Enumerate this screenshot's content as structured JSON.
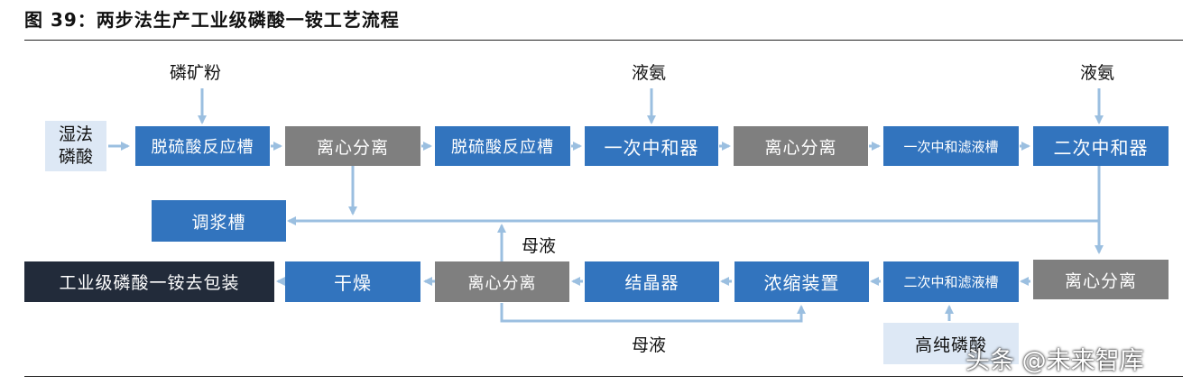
{
  "title": "图 39：两步法生产工业级磷酸一铵工艺流程",
  "inputs": {
    "phosphate_rock": "磷矿粉",
    "ammonia_1": "液氨",
    "ammonia_2": "液氨",
    "wet_acid": "湿法\n磷酸",
    "high_purity_acid": "高纯磷酸"
  },
  "nodes": {
    "desulf_1": "脱硫酸反应槽",
    "centrifuge_1": "离心分离",
    "desulf_2": "脱硫酸反应槽",
    "neutralizer_1": "一次中和器",
    "centrifuge_2": "离心分离",
    "filter_1": "一次中和滤液槽",
    "neutralizer_2": "二次中和器",
    "slurry_tank": "调浆槽",
    "product": "工业级磷酸一铵去包装",
    "dryer": "干燥",
    "centrifuge_3": "离心分离",
    "crystallizer": "结晶器",
    "concentrator": "浓缩装置",
    "filter_2": "二次中和滤液槽",
    "centrifuge_4": "离心分离"
  },
  "edge_labels": {
    "mother_liquor_1": "母液",
    "mother_liquor_2": "母液"
  },
  "watermark": "头条 @未来智库",
  "colors": {
    "blue": "#3274be",
    "gray": "#7f7f7f",
    "dark": "#222b3a",
    "light": "#dde8f5",
    "arrow": "#9bbfe0"
  }
}
